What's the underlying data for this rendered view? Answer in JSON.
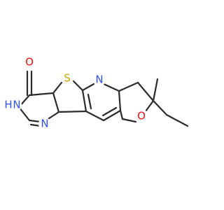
{
  "molecule": {
    "atoms": [
      {
        "id": "O_carbonyl",
        "label": "O",
        "color": "#ff0d0d"
      },
      {
        "id": "S_thiophene",
        "label": "S",
        "color": "#c8a800"
      },
      {
        "id": "N_pyridine",
        "label": "N",
        "color": "#3050f8"
      },
      {
        "id": "NH_pyrimidine",
        "label": "N",
        "color": "#3050f8",
        "h_label": "H"
      },
      {
        "id": "N_pyrimidine",
        "label": "N",
        "color": "#3050f8"
      },
      {
        "id": "O_pyran",
        "label": "O",
        "color": "#ff0d0d"
      }
    ]
  }
}
